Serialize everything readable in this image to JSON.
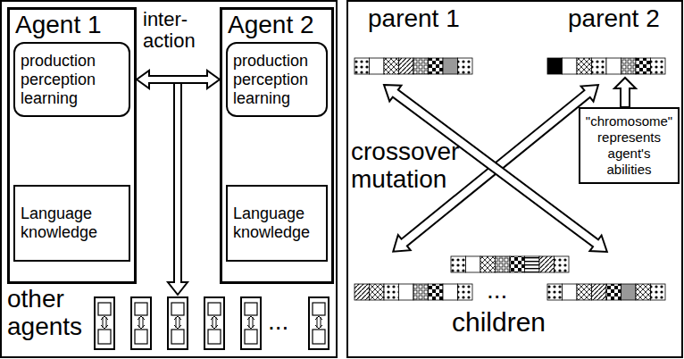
{
  "diagram": {
    "nodes": [
      {
        "text": [
          "Agent 1"
        ]
      },
      {
        "text": [
          "production perception learning"
        ],
        "in": 0
      },
      {
        "text": [
          "Language knowledge"
        ],
        "in": 0
      },
      {
        "text": [
          "Agent 2"
        ]
      },
      {
        "text": [
          "production perception learning"
        ],
        "in": 3
      },
      {
        "text": [
          "Language knowledge"
        ],
        "in": 3
      },
      {
        "text": [
          "\"chromosome\" represents agent's abilities"
        ]
      }
    ],
    "edges": [
      {
        "from": 1,
        "to": 2,
        "arrow": "both"
      },
      {
        "from": 4,
        "to": 5,
        "arrow": "both"
      },
      {
        "from": 0,
        "to": 3,
        "arrow": "both",
        "label": "inter- action"
      }
    ],
    "labels": [
      "other agents",
      "...",
      "parent 1",
      "parent 2",
      "crossover mutation",
      "...",
      "children"
    ]
  }
}
